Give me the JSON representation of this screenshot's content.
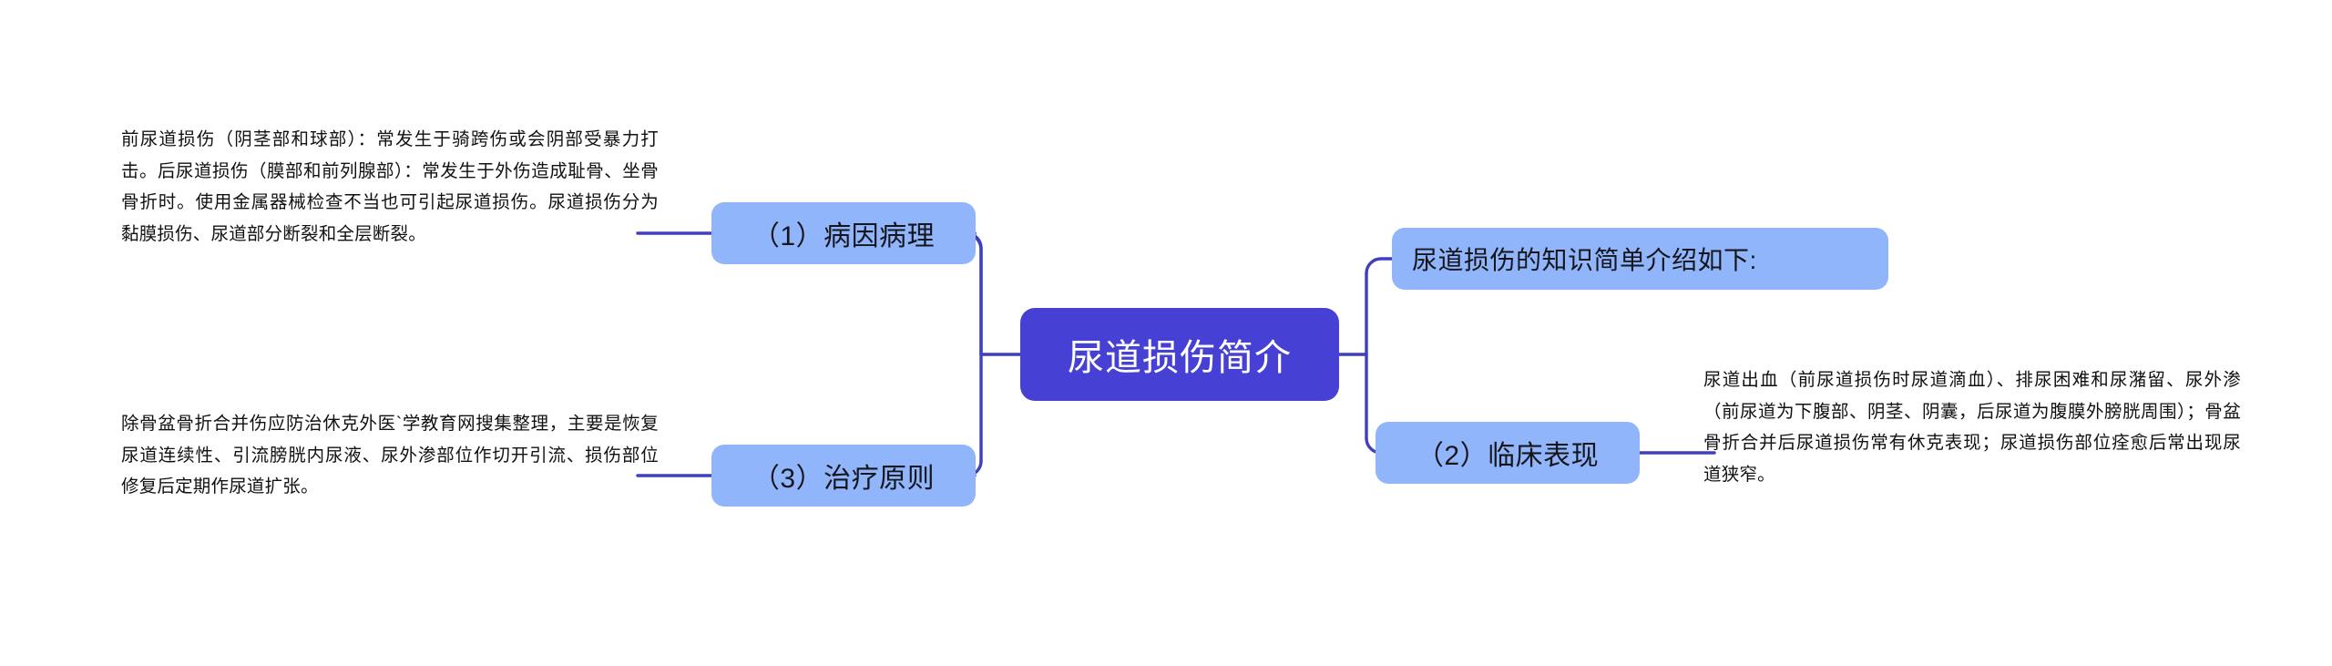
{
  "diagram": {
    "type": "mind-map",
    "background_color": "#ffffff",
    "root_color": "#4641d4",
    "branch_color": "#91b5fa",
    "connector_color": "#3f3fc0",
    "text_color": "#111111",
    "root_text_color": "#ffffff"
  },
  "root": {
    "label": "尿道损伤简介"
  },
  "nodes": {
    "cause": {
      "label": "（1）病因病理"
    },
    "treatment": {
      "label": "（3）治疗原则"
    },
    "intro": {
      "label": "尿道损伤的知识简单介绍如下:"
    },
    "clinical": {
      "label": "（2）临床表现"
    }
  },
  "paragraphs": {
    "cause_detail": "前尿道损伤（阴茎部和球部）：常发生于骑跨伤或会阴部受暴力打击。后尿道损伤（膜部和前列腺部）：常发生于外伤造成耻骨、坐骨骨折时。使用金属器械检查不当也可引起尿道损伤。尿道损伤分为黏膜损伤、尿道部分断裂和全层断裂。",
    "treatment_detail": "除骨盆骨折合并伤应防治休克外医`学教育网搜集整理，主要是恢复尿道连续性、引流膀胱内尿液、尿外渗部位作切开引流、损伤部位修复后定期作尿道扩张。",
    "clinical_detail": "尿道出血（前尿道损伤时尿道滴血）、排尿困难和尿潴留、尿外渗（前尿道为下腹部、阴茎、阴囊，后尿道为腹膜外膀胱周围）；骨盆骨折合并后尿道损伤常有休克表现；尿道损伤部位痊愈后常出现尿道狭窄。"
  }
}
